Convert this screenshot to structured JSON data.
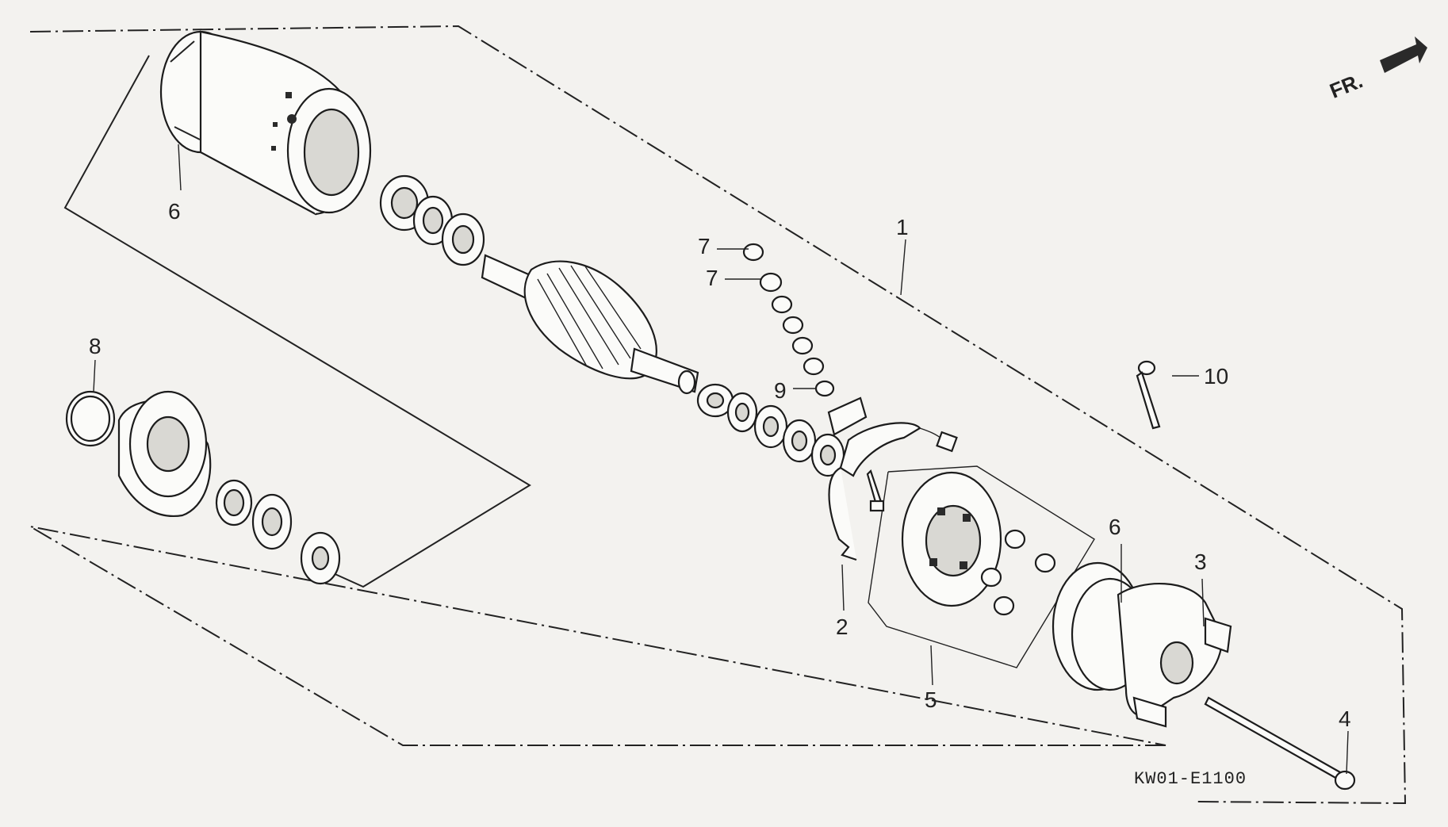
{
  "diagram": {
    "callouts": [
      {
        "id": "c1",
        "label": "1"
      },
      {
        "id": "c2",
        "label": "2"
      },
      {
        "id": "c3",
        "label": "3"
      },
      {
        "id": "c4",
        "label": "4"
      },
      {
        "id": "c5",
        "label": "5"
      },
      {
        "id": "c6a",
        "label": "6"
      },
      {
        "id": "c6b",
        "label": "6"
      },
      {
        "id": "c7a",
        "label": "7"
      },
      {
        "id": "c7b",
        "label": "7"
      },
      {
        "id": "c8",
        "label": "8"
      },
      {
        "id": "c9",
        "label": "9"
      },
      {
        "id": "c10",
        "label": "10"
      }
    ],
    "direction_label": "FR.",
    "drawing_code": "KW01-E1100"
  }
}
